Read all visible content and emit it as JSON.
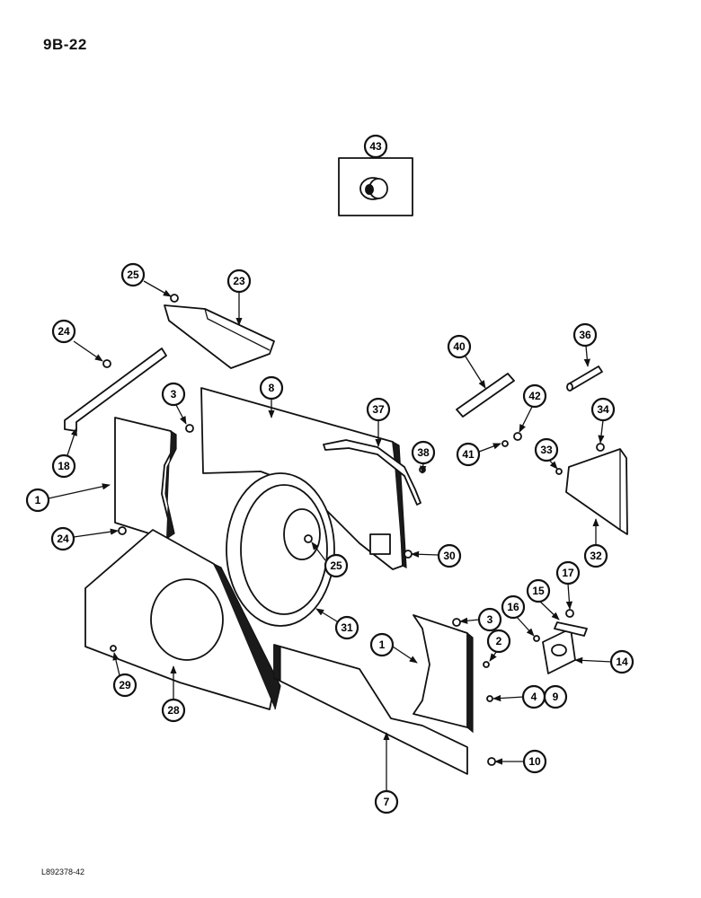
{
  "page_number": "9B-22",
  "document_code": "L892378-42",
  "callouts": [
    "43",
    "25",
    "23",
    "24",
    "18",
    "3",
    "8",
    "37",
    "38",
    "40",
    "42",
    "41",
    "36",
    "34",
    "33",
    "32",
    "1",
    "24",
    "25",
    "30",
    "31",
    "28",
    "29",
    "3",
    "1",
    "2",
    "16",
    "15",
    "17",
    "14",
    "4",
    "9",
    "10",
    "7"
  ]
}
